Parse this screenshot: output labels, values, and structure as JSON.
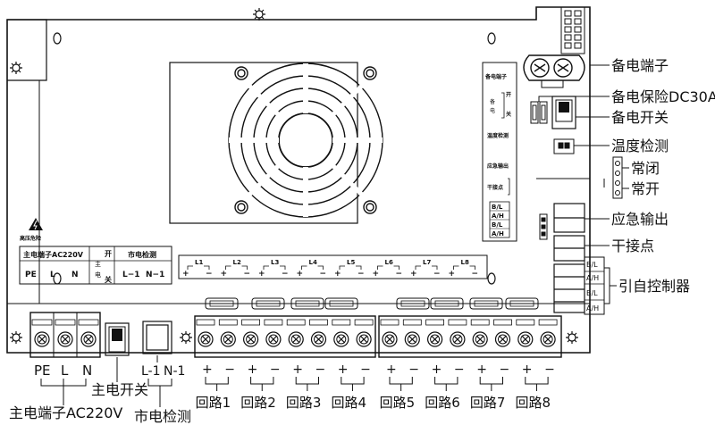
{
  "right_labels": {
    "backup_terminal": "备电端子",
    "backup_fuse": "备电保险DC30A",
    "backup_switch": "备电开关",
    "temp_detect": "温度检测",
    "nc": "常闭",
    "no": "常开",
    "emergency_output": "应急输出",
    "dry_contact": "干接点",
    "self_controller": "引自控制器"
  },
  "bottom_labels": {
    "pe": "PE",
    "l": "L",
    "n": "N",
    "main_switch": "主电开关",
    "main_terminal": "主电端子AC220V",
    "l1": "L-1",
    "n1": "N-1",
    "mains_detect": "市电检测",
    "circuits": [
      "回路1",
      "回路2",
      "回路3",
      "回路4",
      "回路5",
      "回路6",
      "回路7",
      "回路8"
    ],
    "plus": "+",
    "minus": "−"
  },
  "board": {
    "hv_warning": "高压危险",
    "main_terminal": "主电端子AC220V",
    "switch_open": "开",
    "switch_main": "主",
    "switch_power": "电",
    "switch_close": "关",
    "mains_detect": "市电检测",
    "pe": "PE",
    "l": "L",
    "n": "N",
    "l1": "L−1",
    "n1": "N−1",
    "loops": [
      "L1",
      "L2",
      "L3",
      "L4",
      "L5",
      "L6",
      "L7",
      "L8"
    ],
    "plus": "+",
    "minus": "−",
    "panel_backup_terminal": "备电端子",
    "panel_backup": "备",
    "panel_power": "电",
    "panel_open": "开",
    "panel_close": "关",
    "panel_temp": "温度检测",
    "panel_emergency": "应急输出",
    "panel_dry": "干接点",
    "bl": "B/L",
    "ah": "A/H",
    "bl_ext": "B/L",
    "ah_ext": "A/H"
  }
}
